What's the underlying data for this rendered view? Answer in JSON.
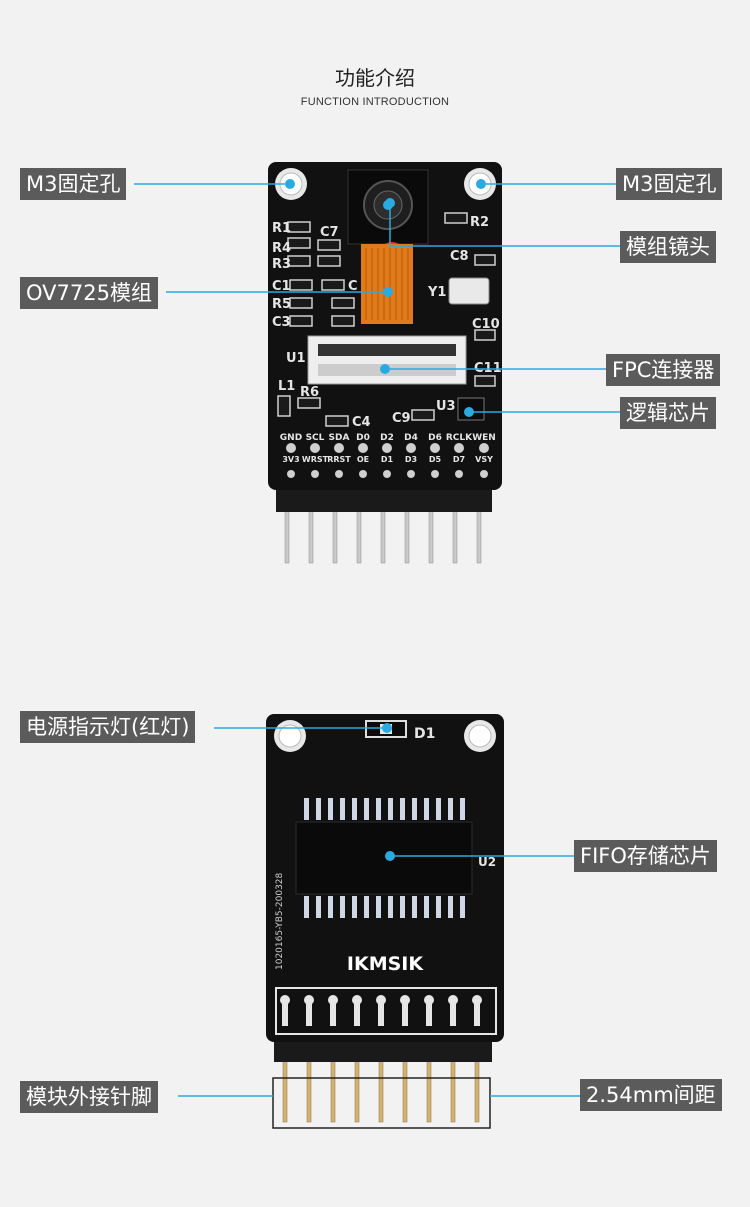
{
  "header": {
    "title": "功能介绍",
    "subtitle": "FUNCTION INTRODUCTION"
  },
  "front": {
    "callouts": {
      "mount_left": "M3固定孔",
      "mount_right": "M3固定孔",
      "lens": "模组镜头",
      "module": "OV7725模组",
      "fpc": "FPC连接器",
      "logic_chip": "逻辑芯片"
    },
    "silk": {
      "r1": "R1",
      "r4": "R4",
      "r3": "R3",
      "c7": "C7",
      "c1": "C1",
      "r5": "R5",
      "c3": "C3",
      "r2": "R2",
      "c8": "C8",
      "y1": "Y1",
      "c10": "C10",
      "u1": "U1",
      "c11": "C11",
      "l1": "L1",
      "r6": "R6",
      "c4": "C4",
      "c9": "C9",
      "u3": "U3",
      "c": "C"
    },
    "pins_top": [
      "GND",
      "SCL",
      "SDA",
      "D0",
      "D2",
      "D4",
      "D6",
      "RCLK",
      "WEN"
    ],
    "pins_bottom": [
      "3V3",
      "WRST",
      "RRST",
      "OE",
      "D1",
      "D3",
      "D5",
      "D7",
      "VSY"
    ]
  },
  "back": {
    "callouts": {
      "led": "电源指示灯(红灯)",
      "fifo": "FIFO存储芯片",
      "pins": "模块外接针脚",
      "pitch": "2.54mm间距"
    },
    "silk": {
      "d1": "D1",
      "u2": "U2",
      "brand": "IKMSIK",
      "serial": "1020165-YB5-200328"
    }
  },
  "colors": {
    "callout_bg": "#5b5b5b",
    "leader_line": "#29abe2",
    "dot": "#29abe2",
    "pcb": "#111111",
    "fpc_orange": "#e07a1a",
    "lens_red": "#ff2b2b"
  }
}
